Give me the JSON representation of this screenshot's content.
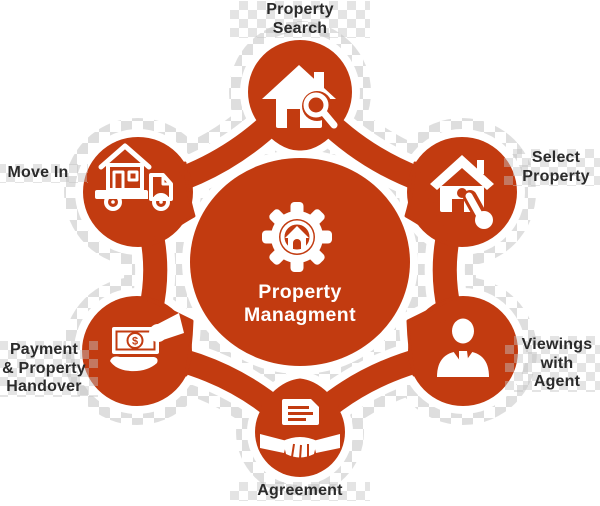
{
  "colors": {
    "accent": "#c23b10",
    "icon": "#ffffff",
    "label_text": "#2b2b2b",
    "background": "#ffffff",
    "checker": "#d7d7d7"
  },
  "center": {
    "label": "Property\nManagment",
    "icon": "gear-house-icon"
  },
  "nodes": [
    {
      "id": "property-search",
      "label": "Property\nSearch",
      "icon": "house-magnifier-icon",
      "position": "top"
    },
    {
      "id": "select-property",
      "label": "Select\nProperty",
      "icon": "house-pointer-icon",
      "position": "upper-right"
    },
    {
      "id": "viewings-with-agent",
      "label": "Viewings\nwith\nAgent",
      "icon": "agent-person-icon",
      "position": "lower-right"
    },
    {
      "id": "agreement",
      "label": "Agreement",
      "icon": "document-handshake-icon",
      "position": "bottom"
    },
    {
      "id": "payment-property-handover",
      "label": "Payment\n& Property\nHandover",
      "icon": "money-hand-icon",
      "icon_symbol": "$",
      "position": "lower-left"
    },
    {
      "id": "move-in",
      "label": "Move In",
      "icon": "moving-truck-icon",
      "position": "upper-left"
    }
  ]
}
